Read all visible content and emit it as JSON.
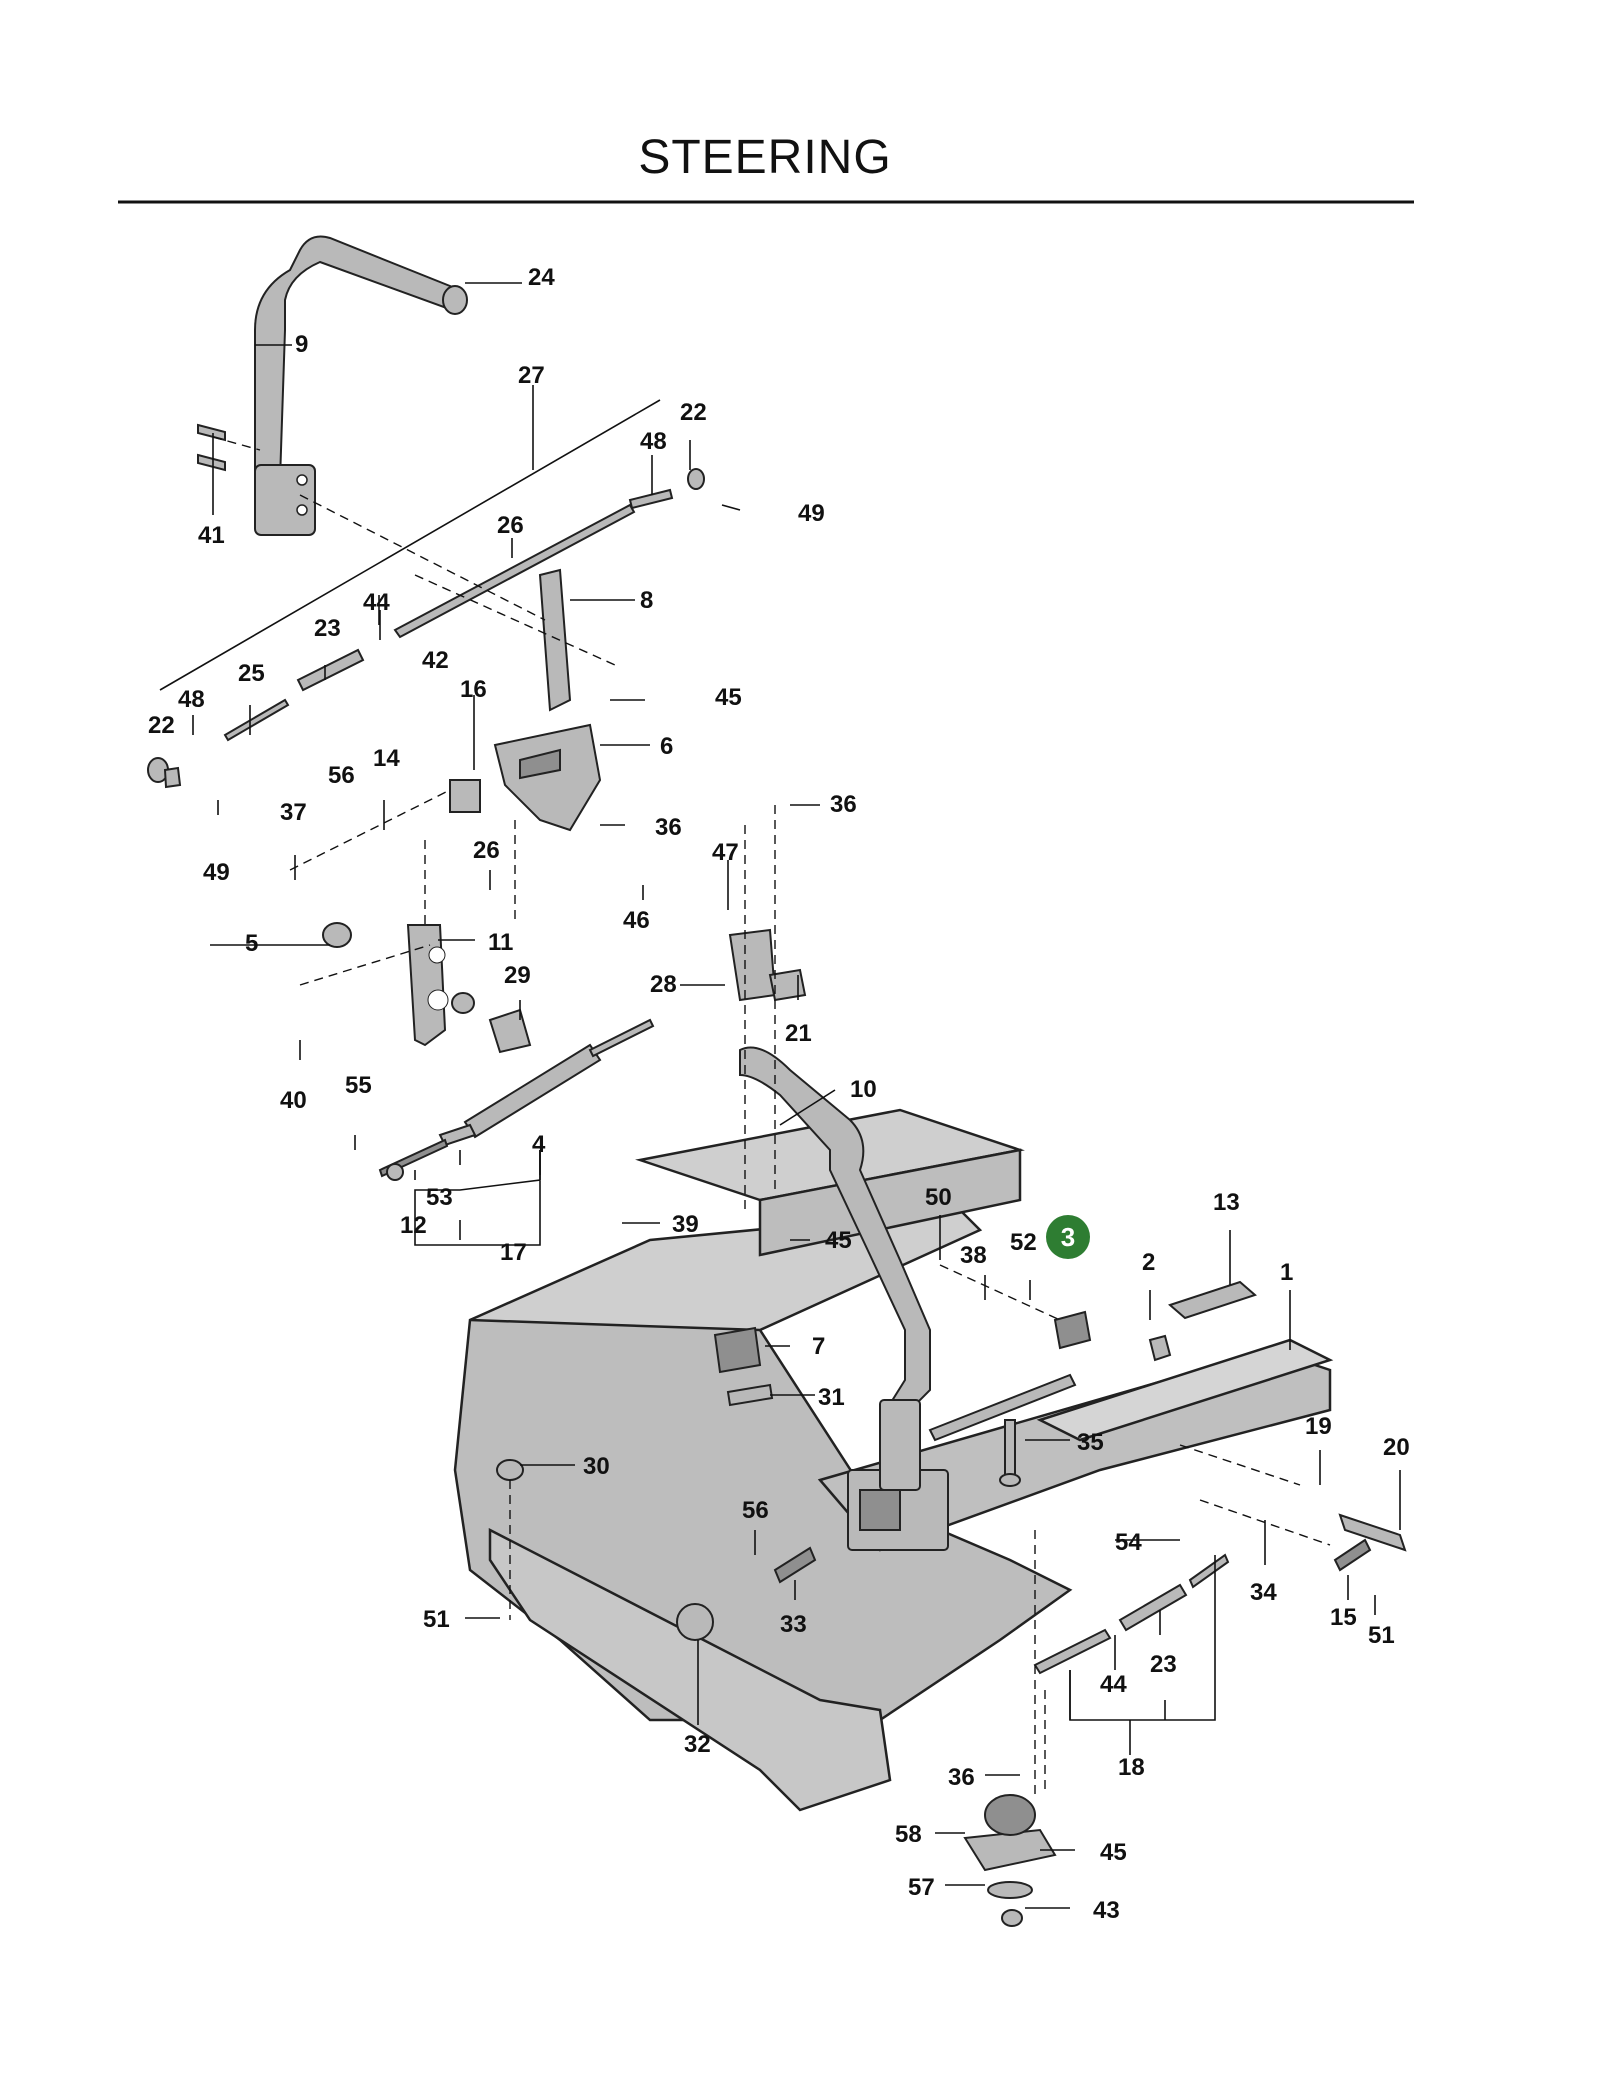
{
  "title": "STEERING",
  "highlight": {
    "label": "3",
    "color": "#2e7d32"
  },
  "callouts": [
    {
      "id": "24",
      "label": "24"
    },
    {
      "id": "9",
      "label": "9"
    },
    {
      "id": "27",
      "label": "27"
    },
    {
      "id": "48a",
      "label": "48"
    },
    {
      "id": "22a",
      "label": "22"
    },
    {
      "id": "49a",
      "label": "49"
    },
    {
      "id": "41",
      "label": "41"
    },
    {
      "id": "26a",
      "label": "26"
    },
    {
      "id": "8",
      "label": "8"
    },
    {
      "id": "44a",
      "label": "44"
    },
    {
      "id": "23a",
      "label": "23"
    },
    {
      "id": "25",
      "label": "25"
    },
    {
      "id": "48b",
      "label": "48"
    },
    {
      "id": "22b",
      "label": "22"
    },
    {
      "id": "42",
      "label": "42"
    },
    {
      "id": "16",
      "label": "16"
    },
    {
      "id": "45a",
      "label": "45"
    },
    {
      "id": "6",
      "label": "6"
    },
    {
      "id": "56a",
      "label": "56"
    },
    {
      "id": "14",
      "label": "14"
    },
    {
      "id": "37",
      "label": "37"
    },
    {
      "id": "49b",
      "label": "49"
    },
    {
      "id": "36a",
      "label": "36"
    },
    {
      "id": "36b",
      "label": "36"
    },
    {
      "id": "26b",
      "label": "26"
    },
    {
      "id": "47",
      "label": "47"
    },
    {
      "id": "46",
      "label": "46"
    },
    {
      "id": "5",
      "label": "5"
    },
    {
      "id": "11",
      "label": "11"
    },
    {
      "id": "29",
      "label": "29"
    },
    {
      "id": "28",
      "label": "28"
    },
    {
      "id": "21",
      "label": "21"
    },
    {
      "id": "40",
      "label": "40"
    },
    {
      "id": "10",
      "label": "10"
    },
    {
      "id": "55",
      "label": "55"
    },
    {
      "id": "4",
      "label": "4"
    },
    {
      "id": "53",
      "label": "53"
    },
    {
      "id": "12",
      "label": "12"
    },
    {
      "id": "17",
      "label": "17"
    },
    {
      "id": "39",
      "label": "39"
    },
    {
      "id": "45b",
      "label": "45"
    },
    {
      "id": "50",
      "label": "50"
    },
    {
      "id": "38",
      "label": "38"
    },
    {
      "id": "52",
      "label": "52"
    },
    {
      "id": "13",
      "label": "13"
    },
    {
      "id": "2",
      "label": "2"
    },
    {
      "id": "1",
      "label": "1"
    },
    {
      "id": "7",
      "label": "7"
    },
    {
      "id": "31",
      "label": "31"
    },
    {
      "id": "35",
      "label": "35"
    },
    {
      "id": "19",
      "label": "19"
    },
    {
      "id": "20",
      "label": "20"
    },
    {
      "id": "30",
      "label": "30"
    },
    {
      "id": "56b",
      "label": "56"
    },
    {
      "id": "54",
      "label": "54"
    },
    {
      "id": "34",
      "label": "34"
    },
    {
      "id": "33",
      "label": "33"
    },
    {
      "id": "15",
      "label": "15"
    },
    {
      "id": "51a",
      "label": "51"
    },
    {
      "id": "51b",
      "label": "51"
    },
    {
      "id": "23b",
      "label": "23"
    },
    {
      "id": "44b",
      "label": "44"
    },
    {
      "id": "32",
      "label": "32"
    },
    {
      "id": "18",
      "label": "18"
    },
    {
      "id": "36c",
      "label": "36"
    },
    {
      "id": "58",
      "label": "58"
    },
    {
      "id": "45c",
      "label": "45"
    },
    {
      "id": "57",
      "label": "57"
    },
    {
      "id": "43",
      "label": "43"
    }
  ]
}
